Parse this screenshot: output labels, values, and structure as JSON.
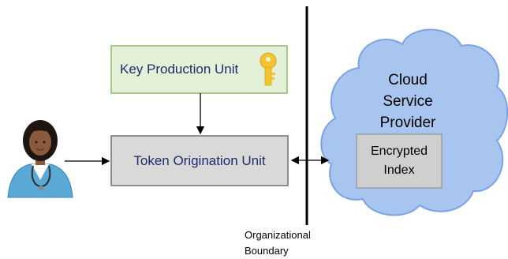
{
  "diagram": {
    "key_unit_label": "Key Production Unit",
    "token_unit_label": "Token Origination Unit",
    "cloud_label_lines": [
      "Cloud",
      "Service",
      "Provider"
    ],
    "index_label_lines": [
      "Encrypted",
      "Index"
    ],
    "boundary_label_lines": [
      "Organizational",
      "Boundary"
    ],
    "colors": {
      "key_box_fill": "#e4f1d9",
      "key_box_stroke": "#8dbb62",
      "token_box_fill": "#d9d9d9",
      "token_box_stroke": "#6f6f6f",
      "cloud_fill": "#a8c5f0",
      "cloud_stroke": "#7aa3e3",
      "index_fill": "#cfcfcf",
      "box_text": "#1f2a6b",
      "key_icon": "#f4c430"
    },
    "icons": {
      "user": "doctor-user-icon",
      "key": "key-icon"
    }
  }
}
